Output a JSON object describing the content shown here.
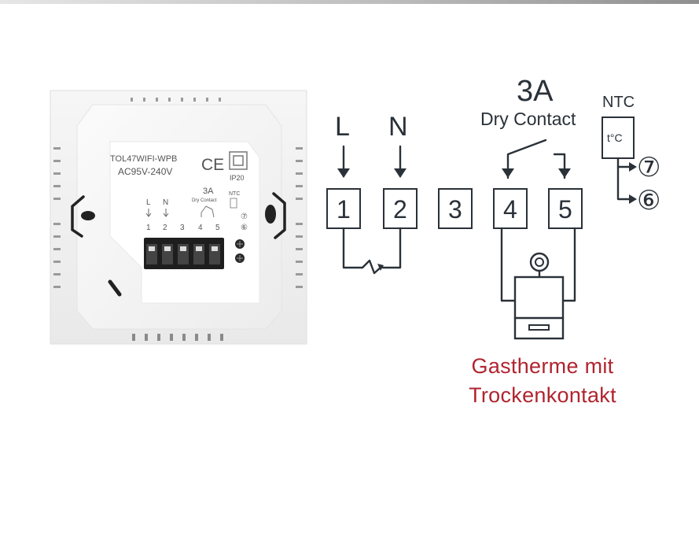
{
  "device": {
    "model": "TOL47WIFI-WPB",
    "voltage": "AC95V-240V",
    "ce_mark": "CE",
    "ip_rating": "IP20",
    "contact_rating": "3A",
    "contact_label": "Dry Contact",
    "ntc_label": "NTC",
    "line_label": "L",
    "neutral_label": "N",
    "terminals": [
      "1",
      "2",
      "3",
      "4",
      "5"
    ],
    "sensor_terminals": [
      "⑦",
      "⑥"
    ]
  },
  "diagram": {
    "line_label": "L",
    "neutral_label": "N",
    "contact_rating": "3A",
    "contact_label": "Dry Contact",
    "ntc_label": "NTC",
    "sensor_symbol": "t°C",
    "terminals": [
      "1",
      "2",
      "3",
      "4",
      "5"
    ],
    "sensor_terminals": [
      "⑦",
      "⑥"
    ]
  },
  "caption": {
    "line1": "Gastherme mit",
    "line2": "Trockenkontakt"
  },
  "colors": {
    "caption": "#b0242f",
    "lines": "#2a3138",
    "device_body": "#f3f3f3"
  }
}
